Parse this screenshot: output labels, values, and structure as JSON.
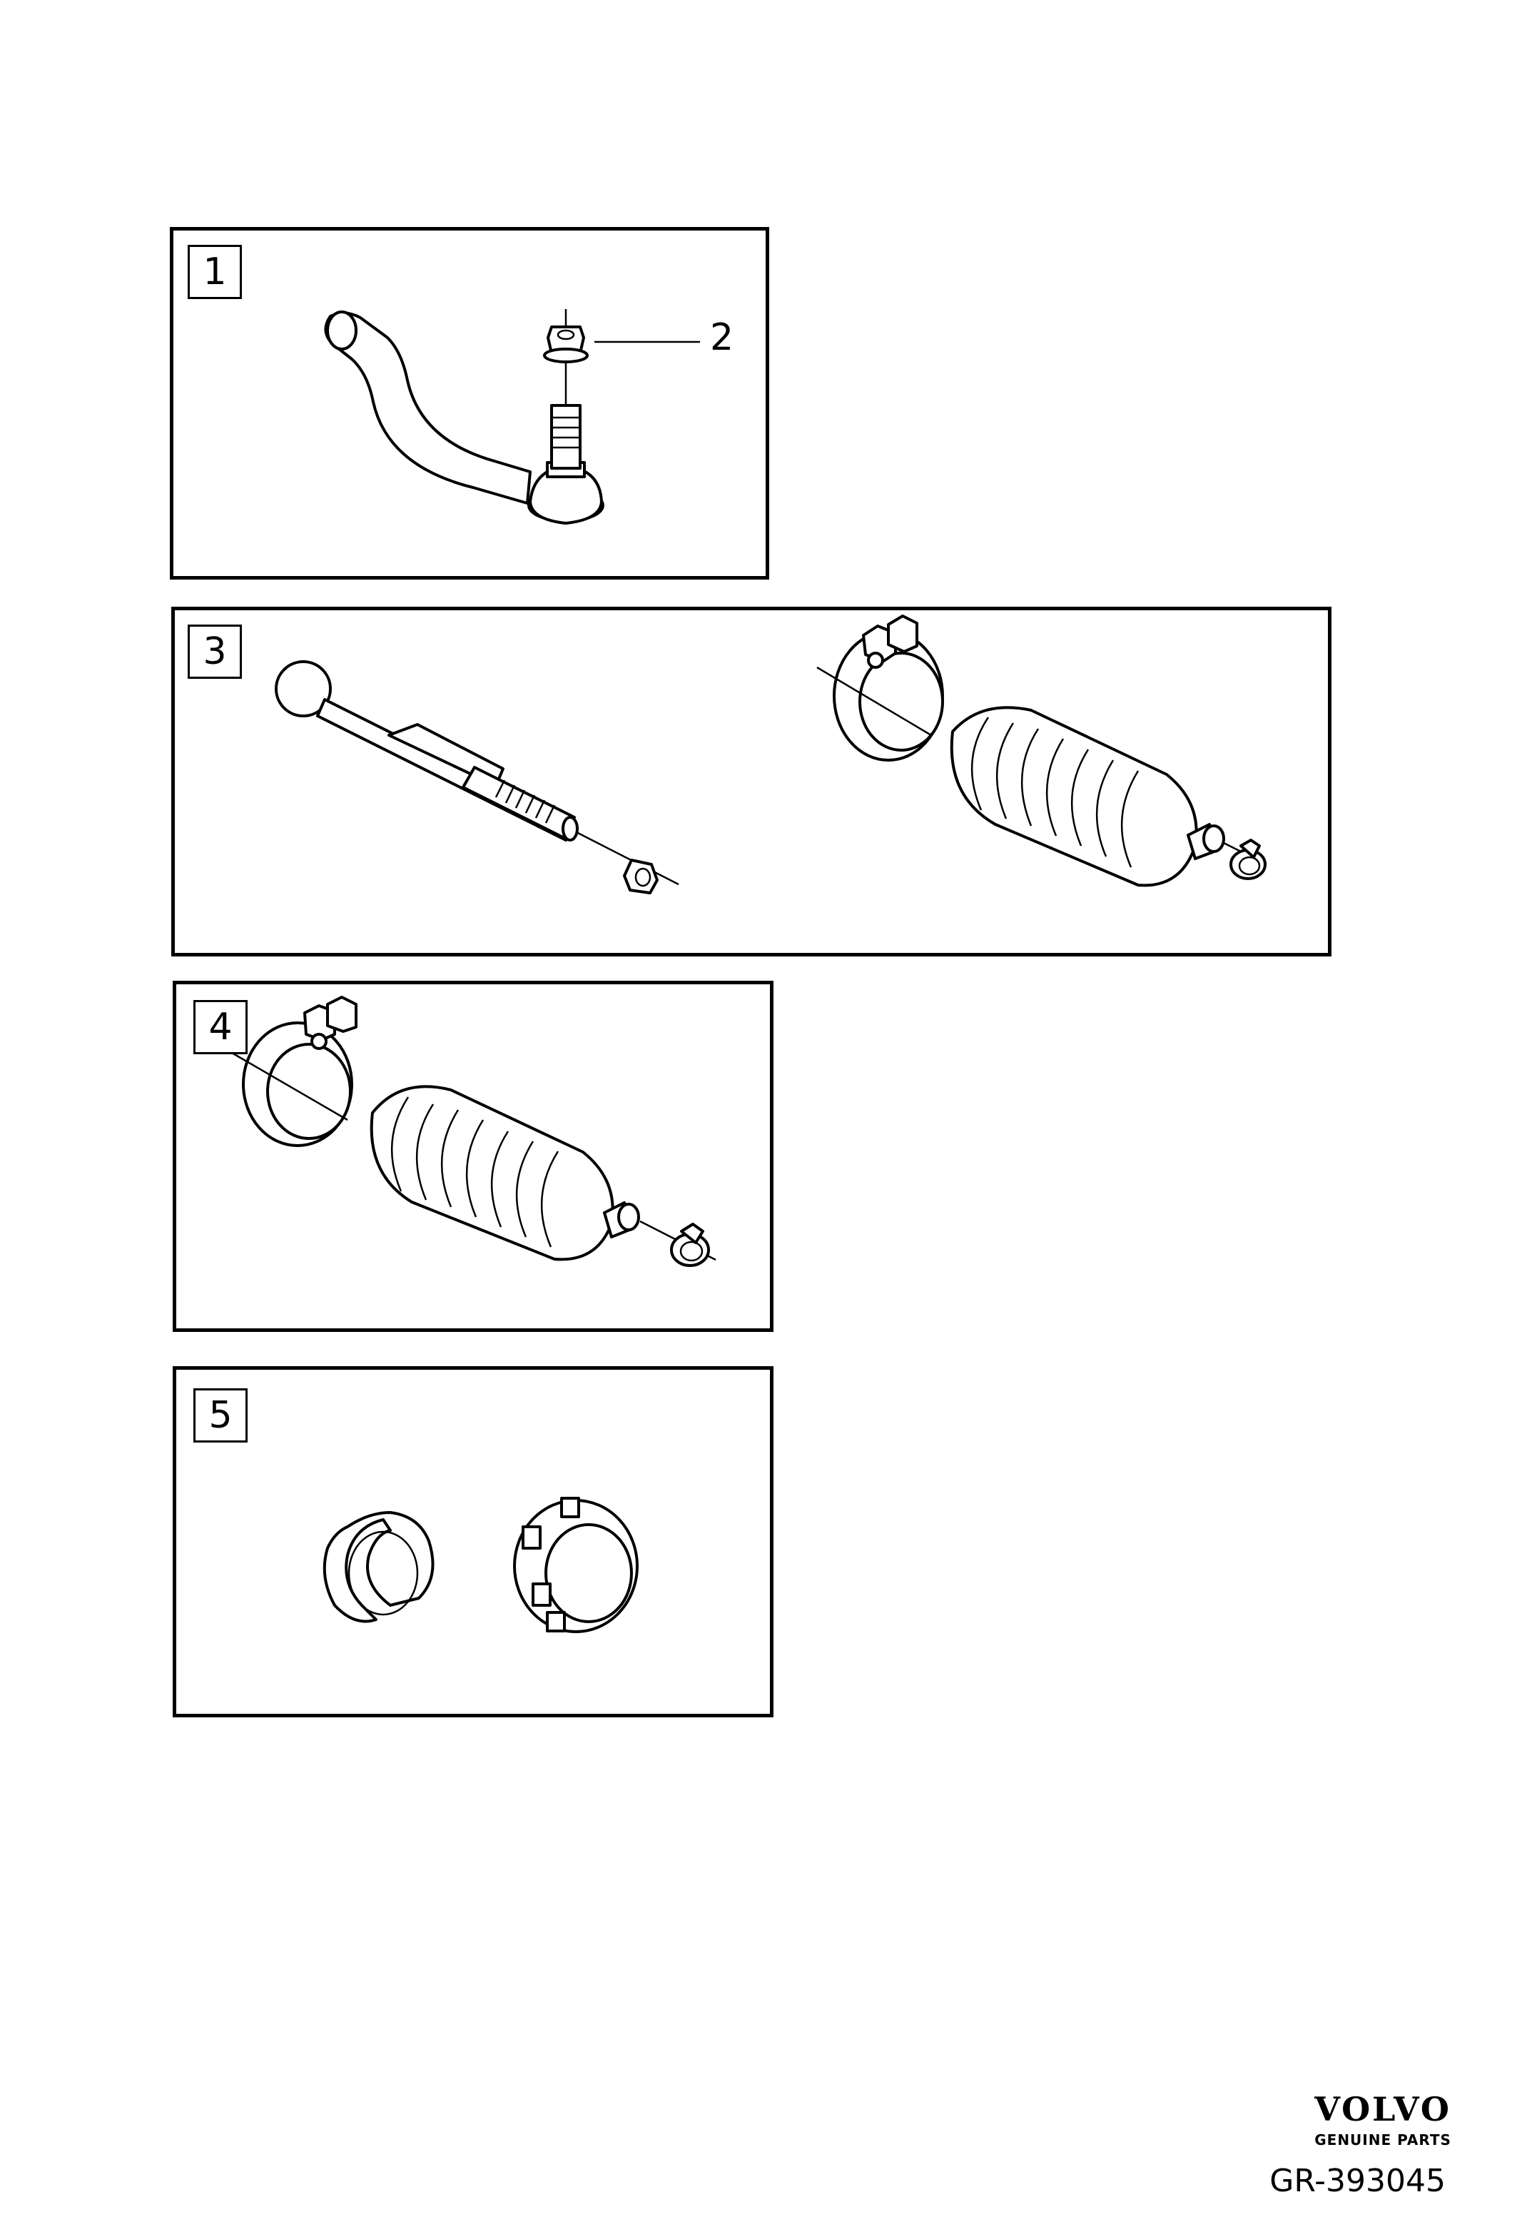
{
  "panels": [
    {
      "label": "1",
      "callouts": [
        "2"
      ]
    },
    {
      "label": "3"
    },
    {
      "label": "4"
    },
    {
      "label": "5"
    }
  ],
  "brand": {
    "logo": "VOLVO",
    "subtitle": "GENUINE PARTS"
  },
  "reference": "GR-393045"
}
